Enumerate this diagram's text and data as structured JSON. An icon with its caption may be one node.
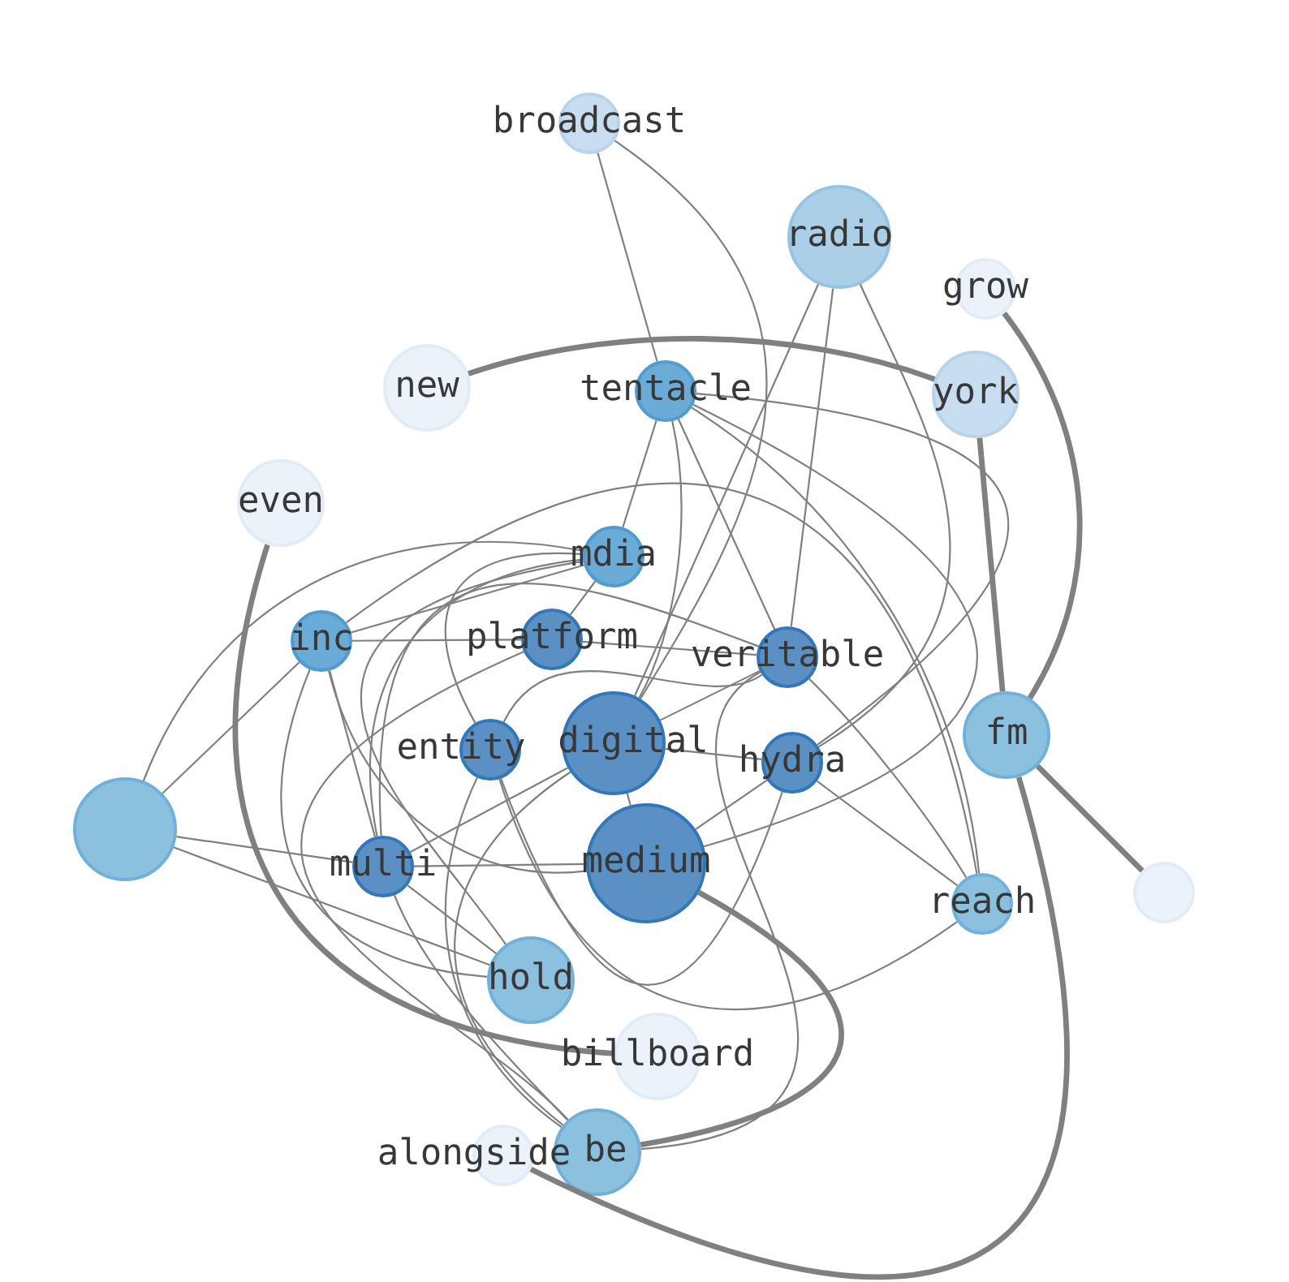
{
  "diagram": {
    "nodes": [
      {
        "text": [
          "broadcast"
        ]
      },
      {
        "text": [
          "radio"
        ]
      },
      {
        "text": [
          "grow"
        ]
      },
      {
        "text": [
          "new"
        ]
      },
      {
        "text": [
          "tentacle"
        ]
      },
      {
        "text": [
          "york"
        ]
      },
      {
        "text": [
          "even"
        ]
      },
      {
        "text": [
          "mdia"
        ]
      },
      {
        "text": [
          "inc"
        ]
      },
      {
        "text": [
          "platform"
        ]
      },
      {
        "text": [
          "veritable"
        ]
      },
      {
        "text": [
          "digital"
        ]
      },
      {
        "text": [
          "entity"
        ]
      },
      {
        "text": [
          "fm"
        ]
      },
      {
        "text": [
          "hydra"
        ]
      },
      {
        "text": [],
        "shape": "circle"
      },
      {
        "text": [
          "multi"
        ]
      },
      {
        "text": [
          "medium"
        ]
      },
      {
        "text": [
          "reach"
        ]
      },
      {
        "text": [],
        "shape": "circle"
      },
      {
        "text": [
          "hold"
        ]
      },
      {
        "text": [
          "billboard"
        ]
      },
      {
        "text": [
          "alongside"
        ]
      },
      {
        "text": [
          "be"
        ]
      }
    ],
    "edges": [
      {
        "from": 0,
        "to": 11,
        "arrow": "none"
      },
      {
        "from": 0,
        "to": 4,
        "arrow": "none"
      },
      {
        "from": 1,
        "to": 11,
        "arrow": "none"
      },
      {
        "from": 1,
        "to": 10,
        "arrow": "none"
      },
      {
        "from": 1,
        "to": 14,
        "arrow": "none"
      },
      {
        "from": 2,
        "to": 13,
        "arrow": "none",
        "style": "thick"
      },
      {
        "from": 3,
        "to": 5,
        "arrow": "none",
        "style": "thick"
      },
      {
        "from": 4,
        "to": 7,
        "arrow": "none"
      },
      {
        "from": 4,
        "to": 11,
        "arrow": "none"
      },
      {
        "from": 4,
        "to": 17,
        "arrow": "none"
      },
      {
        "from": 4,
        "to": 14,
        "arrow": "none"
      },
      {
        "from": 4,
        "to": 10,
        "arrow": "none"
      },
      {
        "from": 4,
        "to": 18,
        "arrow": "none"
      },
      {
        "from": 5,
        "to": 13,
        "arrow": "none",
        "style": "thick"
      },
      {
        "from": 6,
        "to": 21,
        "arrow": "none",
        "style": "thick"
      },
      {
        "from": 7,
        "to": 8,
        "arrow": "none"
      },
      {
        "from": 7,
        "to": 15,
        "arrow": "none"
      },
      {
        "from": 7,
        "to": 9,
        "arrow": "none"
      },
      {
        "from": 7,
        "to": 12,
        "arrow": "none"
      },
      {
        "from": 7,
        "to": 16,
        "arrow": "none"
      },
      {
        "from": 7,
        "to": 20,
        "arrow": "none"
      },
      {
        "from": 8,
        "to": 9,
        "arrow": "none"
      },
      {
        "from": 8,
        "to": 16,
        "arrow": "none"
      },
      {
        "from": 8,
        "to": 20,
        "arrow": "none"
      },
      {
        "from": 8,
        "to": 17,
        "arrow": "none"
      },
      {
        "from": 8,
        "to": 18,
        "arrow": "none"
      },
      {
        "from": 8,
        "to": 15,
        "arrow": "none"
      },
      {
        "from": 9,
        "to": 10,
        "arrow": "none"
      },
      {
        "from": 9,
        "to": 23,
        "arrow": "none"
      },
      {
        "from": 10,
        "to": 11,
        "arrow": "none"
      },
      {
        "from": 10,
        "to": 12,
        "arrow": "none"
      },
      {
        "from": 10,
        "to": 16,
        "arrow": "none"
      },
      {
        "from": 10,
        "to": 23,
        "arrow": "none"
      },
      {
        "from": 10,
        "to": 18,
        "arrow": "none"
      },
      {
        "from": 11,
        "to": 14,
        "arrow": "none"
      },
      {
        "from": 11,
        "to": 17,
        "arrow": "none"
      },
      {
        "from": 11,
        "to": 16,
        "arrow": "none"
      },
      {
        "from": 12,
        "to": 14,
        "arrow": "none"
      },
      {
        "from": 12,
        "to": 18,
        "arrow": "none"
      },
      {
        "from": 12,
        "to": 23,
        "arrow": "none"
      },
      {
        "from": 13,
        "to": 19,
        "arrow": "none",
        "style": "thick"
      },
      {
        "from": 13,
        "to": 22,
        "arrow": "none",
        "style": "thick"
      },
      {
        "from": 14,
        "to": 17,
        "arrow": "none"
      },
      {
        "from": 14,
        "to": 18,
        "arrow": "none"
      },
      {
        "from": 15,
        "to": 16,
        "arrow": "none"
      },
      {
        "from": 15,
        "to": 20,
        "arrow": "none"
      },
      {
        "from": 16,
        "to": 17,
        "arrow": "none"
      },
      {
        "from": 16,
        "to": 23,
        "arrow": "none"
      },
      {
        "from": 16,
        "to": 20,
        "arrow": "none"
      },
      {
        "from": 17,
        "to": 23,
        "arrow": "none",
        "style": "thick"
      },
      {
        "from": 11,
        "to": 23,
        "arrow": "none"
      }
    ]
  }
}
